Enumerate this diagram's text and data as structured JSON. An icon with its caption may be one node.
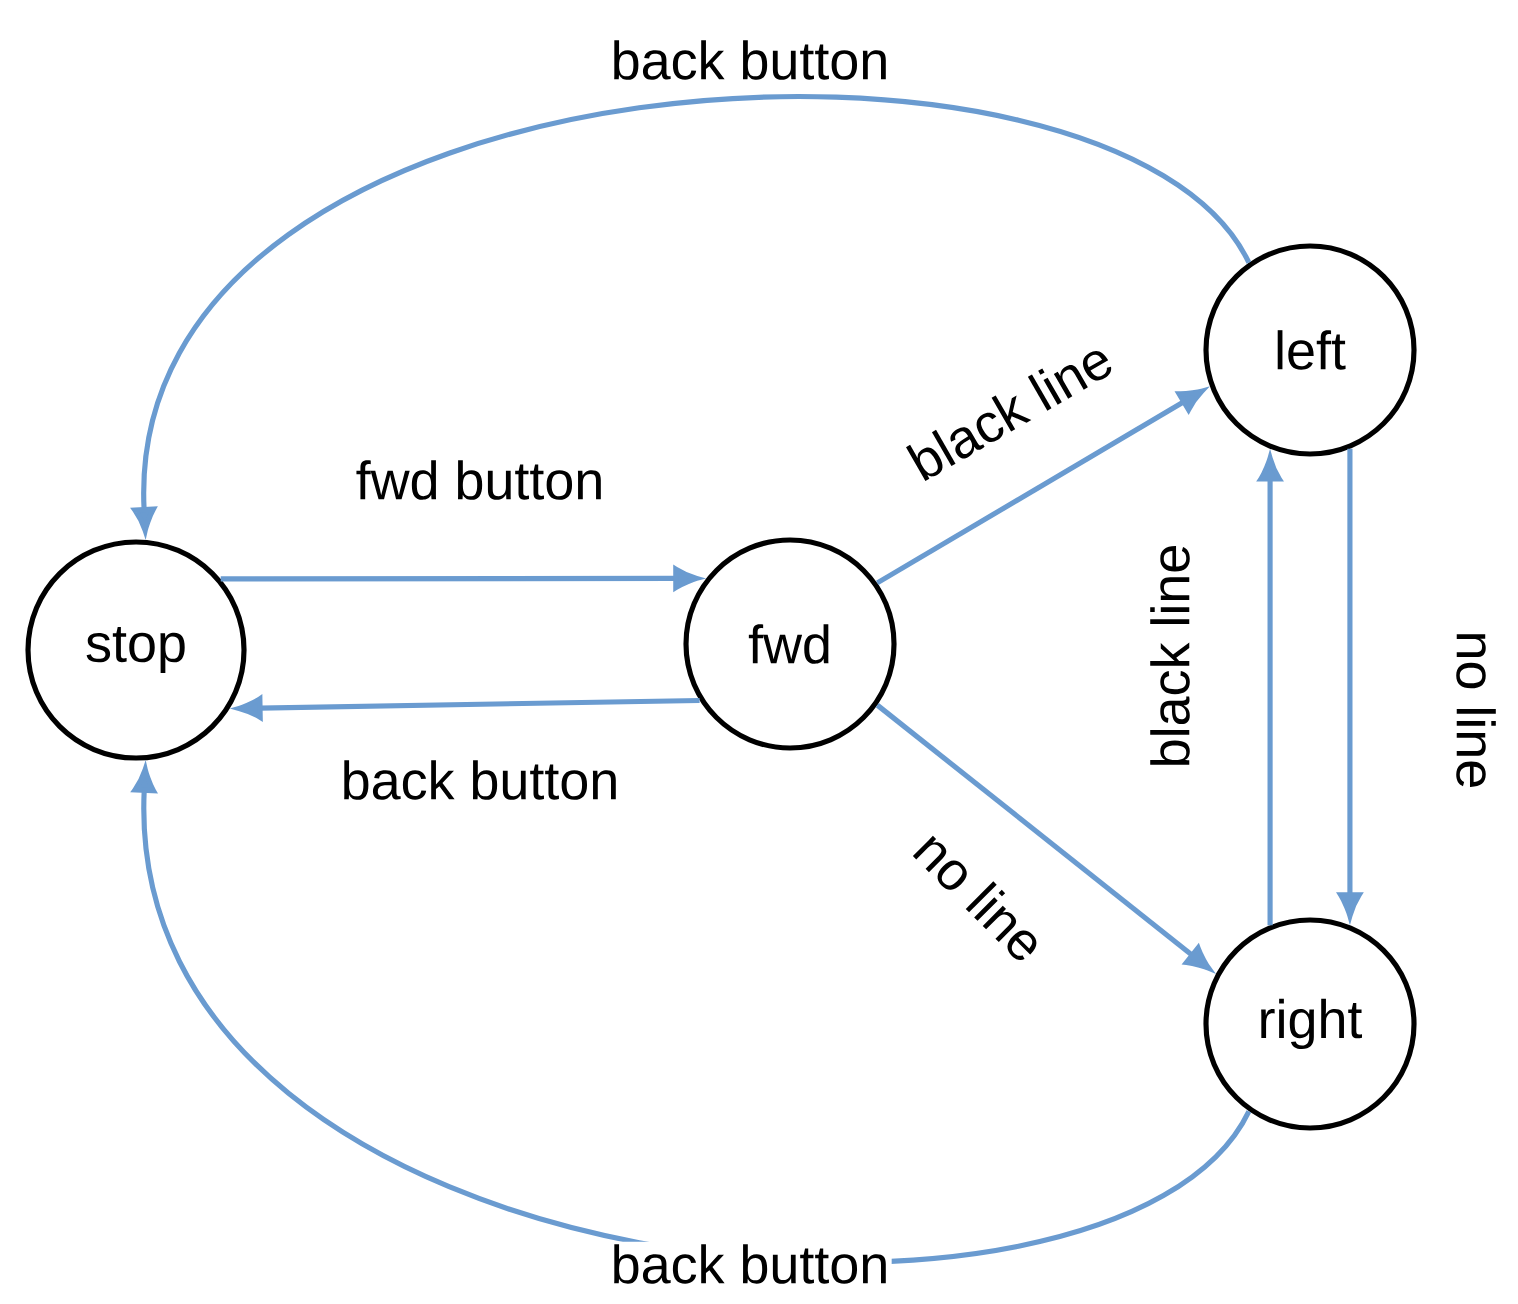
{
  "diagram": {
    "nodes": [
      {
        "text": [
          "stop"
        ]
      },
      {
        "text": [
          "fwd"
        ]
      },
      {
        "text": [
          "left"
        ]
      },
      {
        "text": [
          "right"
        ]
      }
    ],
    "edges": [
      {
        "from": 0,
        "to": 1,
        "arrow": "to",
        "label": "fwd button"
      },
      {
        "from": 1,
        "to": 0,
        "arrow": "to",
        "label": "back button"
      },
      {
        "from": 1,
        "to": 2,
        "arrow": "to",
        "label": "black line"
      },
      {
        "from": 1,
        "to": 3,
        "arrow": "to",
        "label": "no line"
      },
      {
        "from": 3,
        "to": 2,
        "arrow": "to",
        "label": "black line"
      },
      {
        "from": 2,
        "to": 3,
        "arrow": "to",
        "label": "no line"
      },
      {
        "from": 2,
        "to": 0,
        "arrow": "to",
        "label": "back button"
      },
      {
        "from": 3,
        "to": 0,
        "arrow": "to",
        "label": "back button"
      }
    ]
  }
}
